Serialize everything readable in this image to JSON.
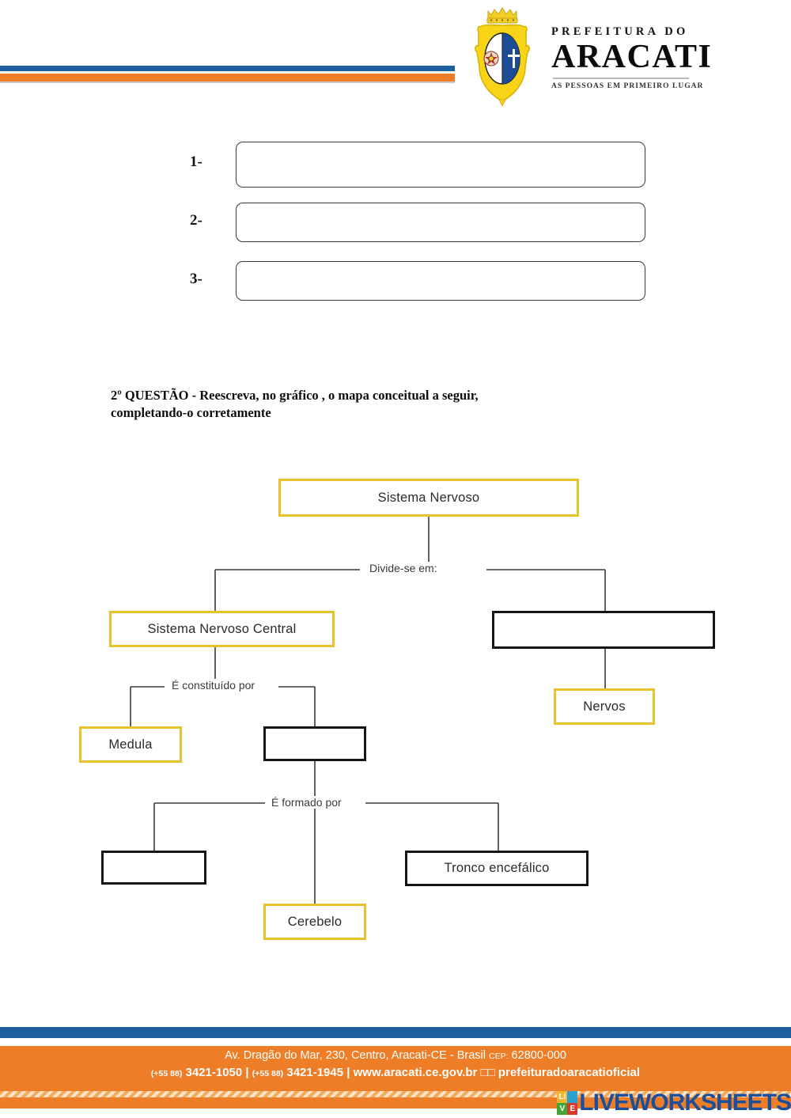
{
  "header": {
    "logo": {
      "crest_icon": "aracati-coat-of-arms-icon",
      "line_top": "PREFEITURA DO",
      "line_main": "ARACATI",
      "line_sub": "AS PESSOAS EM PRIMEIRO LUGAR"
    },
    "colors": {
      "blue": "#1F5FA0",
      "orange": "#ED7D26"
    }
  },
  "answers": {
    "rows": [
      {
        "number": "1-",
        "value": "",
        "placeholder": ""
      },
      {
        "number": "2-",
        "value": "",
        "placeholder": ""
      },
      {
        "number": "3-",
        "value": "",
        "placeholder": ""
      }
    ]
  },
  "question": {
    "line1": "2º QUESTÃO -  Reescreva, no gráfico , o mapa conceitual a seguir,",
    "line2": "completando-o corretamente"
  },
  "concept_map": {
    "colors": {
      "gold": "#E8C12E",
      "black": "#151515"
    },
    "nodes": {
      "root": {
        "label": "Sistema Nervoso",
        "style": "gold",
        "filled": true
      },
      "snc": {
        "label": "Sistema Nervoso Central",
        "style": "gold",
        "filled": true
      },
      "snp_blank": {
        "label": "",
        "style": "black",
        "filled": false
      },
      "nervos": {
        "label": "Nervos",
        "style": "gold",
        "filled": true
      },
      "medula": {
        "label": "Medula",
        "style": "gold",
        "filled": true
      },
      "encefalo_blank": {
        "label": "",
        "style": "black",
        "filled": false
      },
      "cerebro_blank": {
        "label": "",
        "style": "black",
        "filled": false
      },
      "cerebelo": {
        "label": "Cerebelo",
        "style": "gold",
        "filled": true
      },
      "tronco": {
        "label": "Tronco encefálico",
        "style": "black",
        "filled": true
      }
    },
    "connector_labels": {
      "divide": "Divide-se  em:",
      "constituido": "É constituído por",
      "formado": "É formado por"
    }
  },
  "footer": {
    "address_prefix": "Av. Dragão do Mar, 230, Centro, Aracati-CE - Brasil ",
    "cep_label": "CEP:",
    "cep_value": " 62800-000",
    "ddd1": "(+55 88)",
    "phone1": " 3421-1050",
    "sep1": " | ",
    "ddd2": "(+55 88)",
    "phone2": " 3421-1945",
    "sep2": " | ",
    "website": "www.aracati.ce.gov.br",
    "social_icons": " □□ ",
    "social_handle": "prefeituradoaracatioficial",
    "brand": {
      "tile_1": "LI",
      "tile_2": "",
      "tile_3": "V",
      "tile_4": "E",
      "word": "LIVEWORKSHEETS"
    }
  }
}
